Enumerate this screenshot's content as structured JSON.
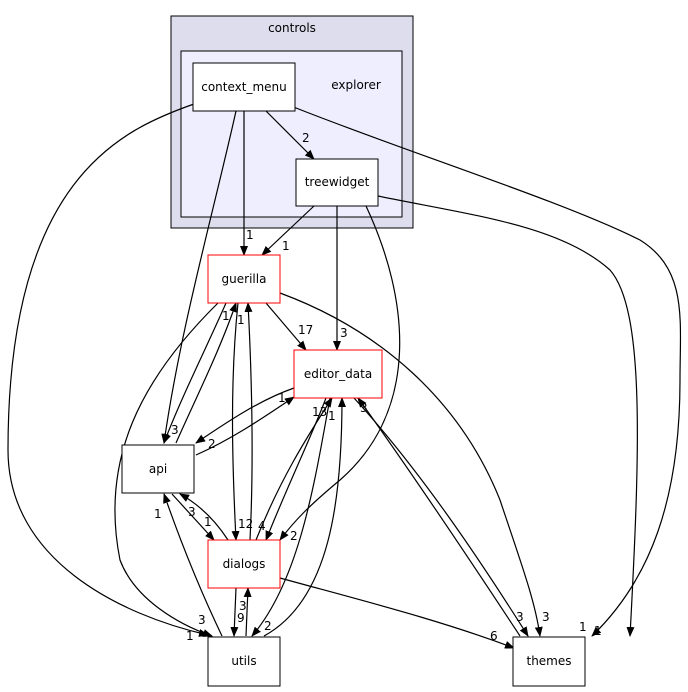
{
  "clusters": {
    "controls": "controls",
    "explorer": "explorer"
  },
  "nodes": {
    "context_menu": "context_menu",
    "treewidget": "treewidget",
    "guerilla": "guerilla",
    "editor_data": "editor_data",
    "api": "api",
    "dialogs": "dialogs",
    "utils": "utils",
    "themes": "themes"
  },
  "edge_labels": {
    "cm_treewidget": "2",
    "cm_guerilla": "1",
    "cm_themes": "1",
    "tw_guerilla": "1",
    "tw_editor": "3",
    "tw_themes": "1",
    "gu_editor": "17",
    "gu_api": "1",
    "api_gu": "3",
    "gu_dialogs": "1",
    "dlg_gu": "12",
    "gu_utils": "3",
    "gu_themes": "3",
    "ed_api": "1",
    "api_ed": "2",
    "ed_dialogs": "13",
    "dlg_ed": "4",
    "ed_themes": "3",
    "th_ed": "3",
    "api_dialogs": "3",
    "dlg_api": "1",
    "utils_api": "1",
    "dlg_utils": "9",
    "utils_dlg": "3",
    "dlg_themes": "6",
    "utils_ed": "1",
    "ed_utils": "2",
    "cm_utils": "1",
    "tw_dialogs": "2"
  },
  "colors": {
    "controls_fill": "#ddddee",
    "explorer_fill": "#eeeeff",
    "red_border": "#ff0000"
  }
}
